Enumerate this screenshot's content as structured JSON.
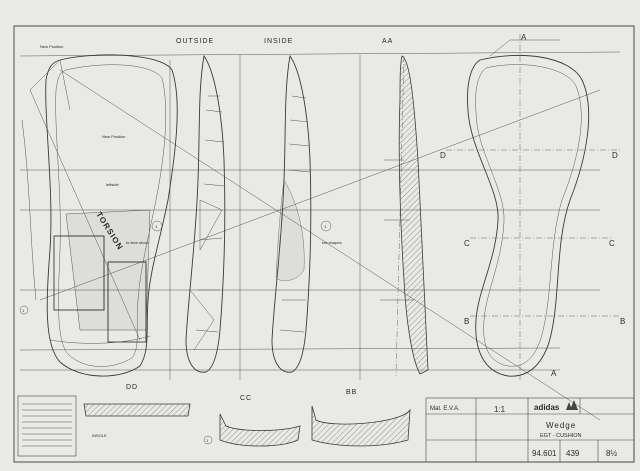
{
  "views": {
    "outside": "OUTSIDE",
    "inside": "INSIDE",
    "aa": "AA",
    "bb": "BB",
    "cc": "CC",
    "dd": "DD"
  },
  "markers": {
    "a": "A",
    "b": "B",
    "c": "C",
    "d": "D"
  },
  "annotations": {
    "new_position": "New Position",
    "new_position_2": "New Position",
    "torsion": "TORSION",
    "to_item": "to item stock",
    "leftside": "leftside",
    "toe_shapes": "toe shapes",
    "insole": "INSOLE",
    "circle_1": "1"
  },
  "title_block": {
    "mat": "Mat. E.V.A.",
    "scale": "1:1",
    "brand": "adidas",
    "name": "Wedge",
    "subtitle": "EGT - CUSHION",
    "number": "94.601",
    "code": "439",
    "size": "8½"
  }
}
